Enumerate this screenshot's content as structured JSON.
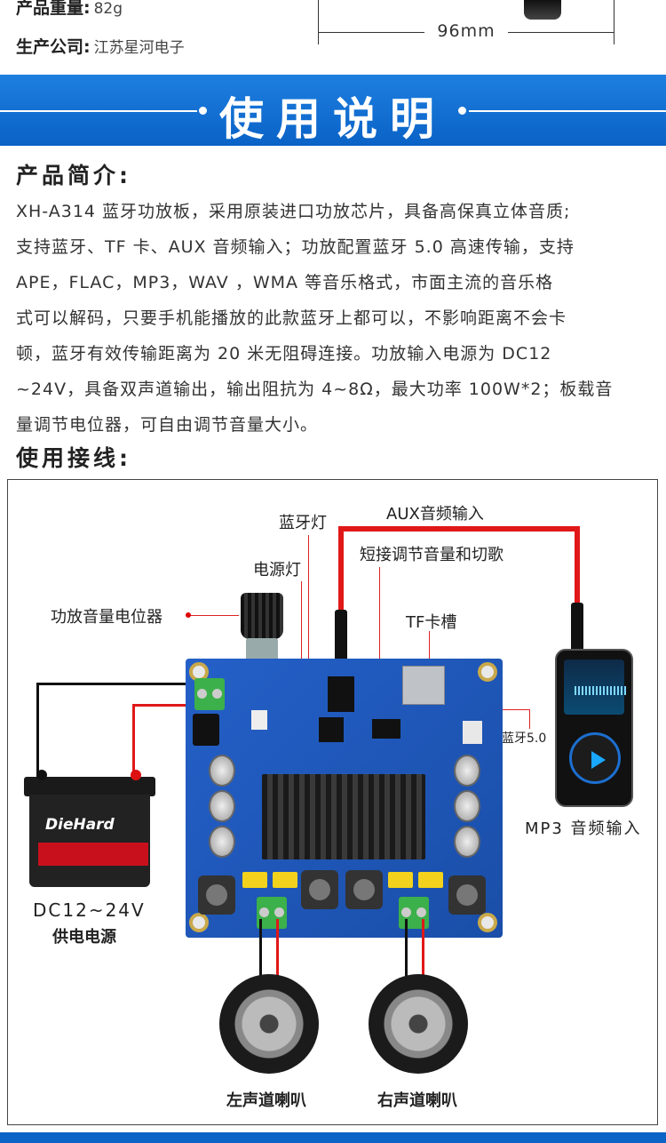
{
  "specs": [
    {
      "label": "产品重量:",
      "value": "82g"
    },
    {
      "label": "生产公司:",
      "value": "江苏星河电子"
    }
  ],
  "dimension": "96mm",
  "banner": {
    "title": "使用说明"
  },
  "intro": {
    "heading": "产品简介:",
    "lines": [
      "XH-A314 蓝牙功放板，采用原装进口功放芯片，具备高保真立体音质;",
      "支持蓝牙、TF 卡、AUX 音频输入；功放配置蓝牙 5.0 高速传输，支持",
      "APE，FLAC，MP3，WAV ，WMA 等音乐格式，市面主流的音乐格",
      "式可以解码，只要手机能播放的此款蓝牙上都可以，不影响距离不会卡",
      "顿，蓝牙有效传输距离为 20 米无阻碍连接。功放输入电源为 DC12",
      "~24V，具备双声道输出，输出阻抗为 4~8Ω，最大功率 100W*2；板载音",
      "量调节电位器，可自由调节音量大小。"
    ]
  },
  "wiring": {
    "heading": "使用接线:",
    "labels": {
      "bt_led": "蓝牙灯",
      "aux_in": "AUX音频输入",
      "power_led": "电源灯",
      "short_adj": "短接调节音量和切歌",
      "amp_pot": "功放音量电位器",
      "tf_slot": "TF卡槽",
      "bt50": "蓝牙5.0",
      "mp3_in": "MP3 音频输入",
      "dc_supply_1": "DC12~24V",
      "dc_supply_2": "供电电源",
      "left_spk": "左声道喇叭",
      "right_spk": "右声道喇叭",
      "battery_brand": "DieHard"
    },
    "colors": {
      "wire_red": "#e01818",
      "wire_black": "#111111",
      "board_blue": "#1f55b8"
    }
  }
}
